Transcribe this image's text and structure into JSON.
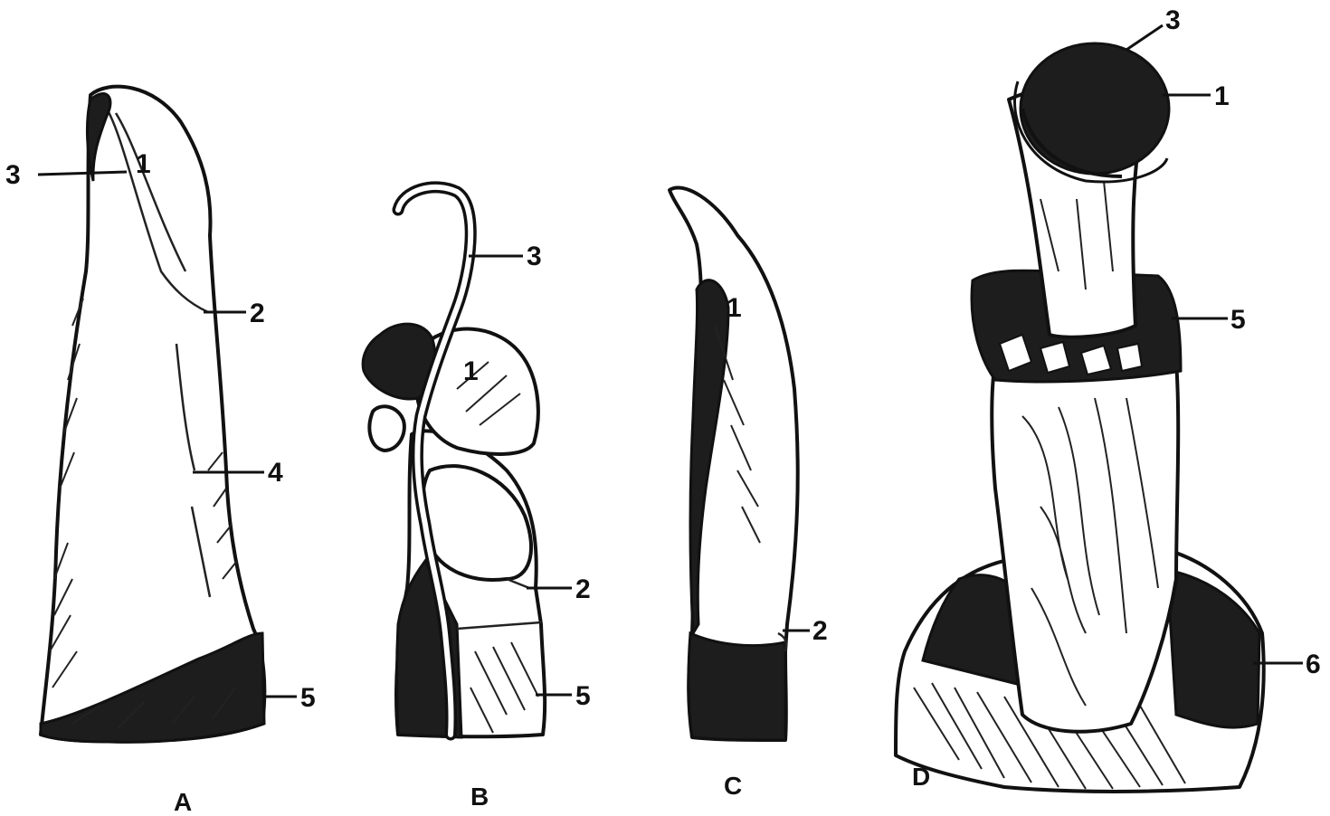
{
  "panels": [
    {
      "letter": "A",
      "callouts": [
        "3",
        "1",
        "2",
        "4",
        "5"
      ]
    },
    {
      "letter": "B",
      "callouts": [
        "3",
        "1",
        "2",
        "5"
      ]
    },
    {
      "letter": "C",
      "callouts": [
        "1",
        "2"
      ]
    },
    {
      "letter": "D",
      "callouts": [
        "3",
        "1",
        "5",
        "6"
      ]
    }
  ]
}
